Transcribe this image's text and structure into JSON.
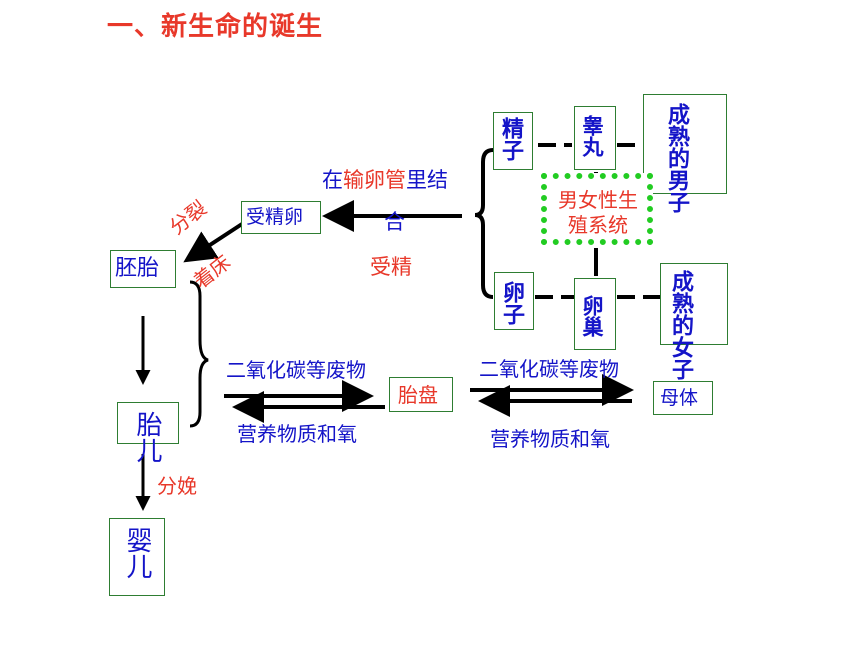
{
  "title": "一、新生命的诞生",
  "nodes": {
    "sperm": "精子",
    "testis": "睾丸",
    "mature_male": "成熟的男子",
    "reproductive_system": "男女性生殖系统",
    "egg": "卵子",
    "ovary": "卵巢",
    "mature_female": "成熟的女子",
    "fertilized_egg": "受精卵",
    "embryo": "胚胎",
    "fetus": "胎儿",
    "placenta": "胎盘",
    "mother": "母体",
    "infant": "婴儿"
  },
  "labels": {
    "fertilization_1a": "在",
    "fertilization_1b": "输卵管",
    "fertilization_1c": "里结",
    "fertilization_2": "合",
    "fertilization_3": "受精",
    "split": "分裂",
    "implant": "着床",
    "waste_left": "二氧化碳等废物",
    "nutrients_left": "营养物质和氧",
    "waste_right": "二氧化碳等废物",
    "nutrients_right": "营养物质和氧",
    "birth": "分娩"
  },
  "colors": {
    "title": "#e8382a",
    "node_text": "#1414c8",
    "process_text": "#e8382a",
    "box_border": "#2e7d32",
    "dotted_border": "#22cc22",
    "arrow": "#000000"
  }
}
